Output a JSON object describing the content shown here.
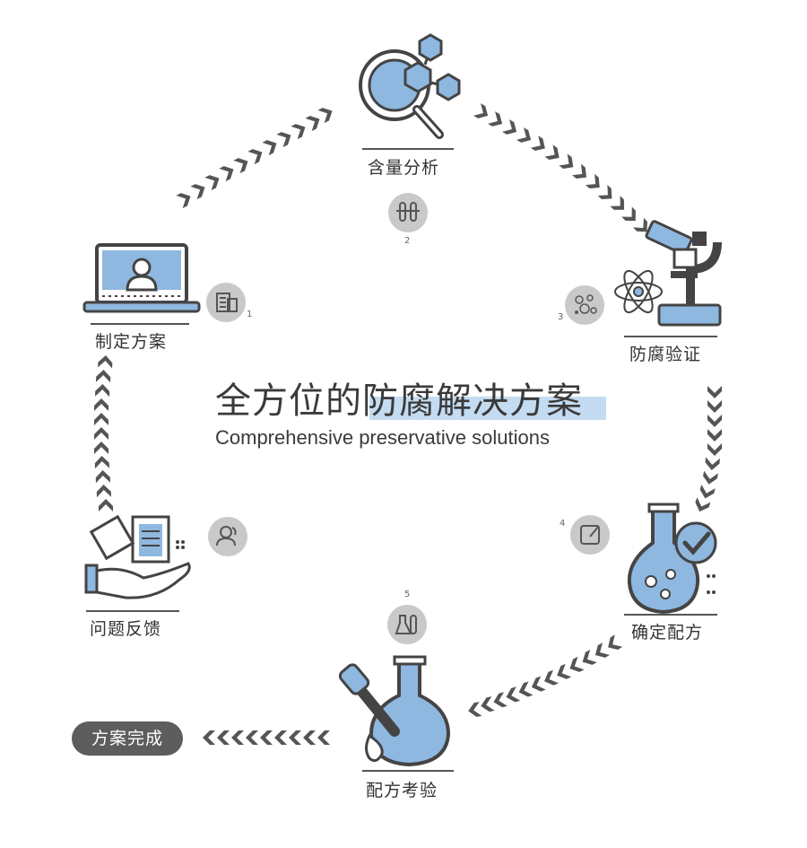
{
  "title": {
    "main": "全方位的防腐解决方案",
    "sub": "Comprehensive preservative solutions"
  },
  "steps": [
    {
      "label": "制定方案",
      "num": "1",
      "icon": "laptop-user-icon",
      "badge_icon": "building-icon"
    },
    {
      "label": "含量分析",
      "num": "2",
      "icon": "magnifier-molecule-icon",
      "badge_icon": "test-tubes-icon"
    },
    {
      "label": "防腐验证",
      "num": "3",
      "icon": "microscope-atom-icon",
      "badge_icon": "bacteria-icon"
    },
    {
      "label": "确定配方",
      "num": "4",
      "icon": "flask-check-icon",
      "badge_icon": "edit-icon"
    },
    {
      "label": "配方考验",
      "num": "5",
      "icon": "flask-dropper-icon",
      "badge_icon": "lab-flasks-icon"
    },
    {
      "label": "问题反馈",
      "num": "",
      "icon": "hand-document-icon",
      "badge_icon": "users-icon"
    }
  ],
  "done_button": "方案完成",
  "colors": {
    "accent_blue": "#8fb8e0",
    "dark_gray": "#555555",
    "badge_gray": "#c9c9c9",
    "highlight": "#c4dcf1"
  }
}
